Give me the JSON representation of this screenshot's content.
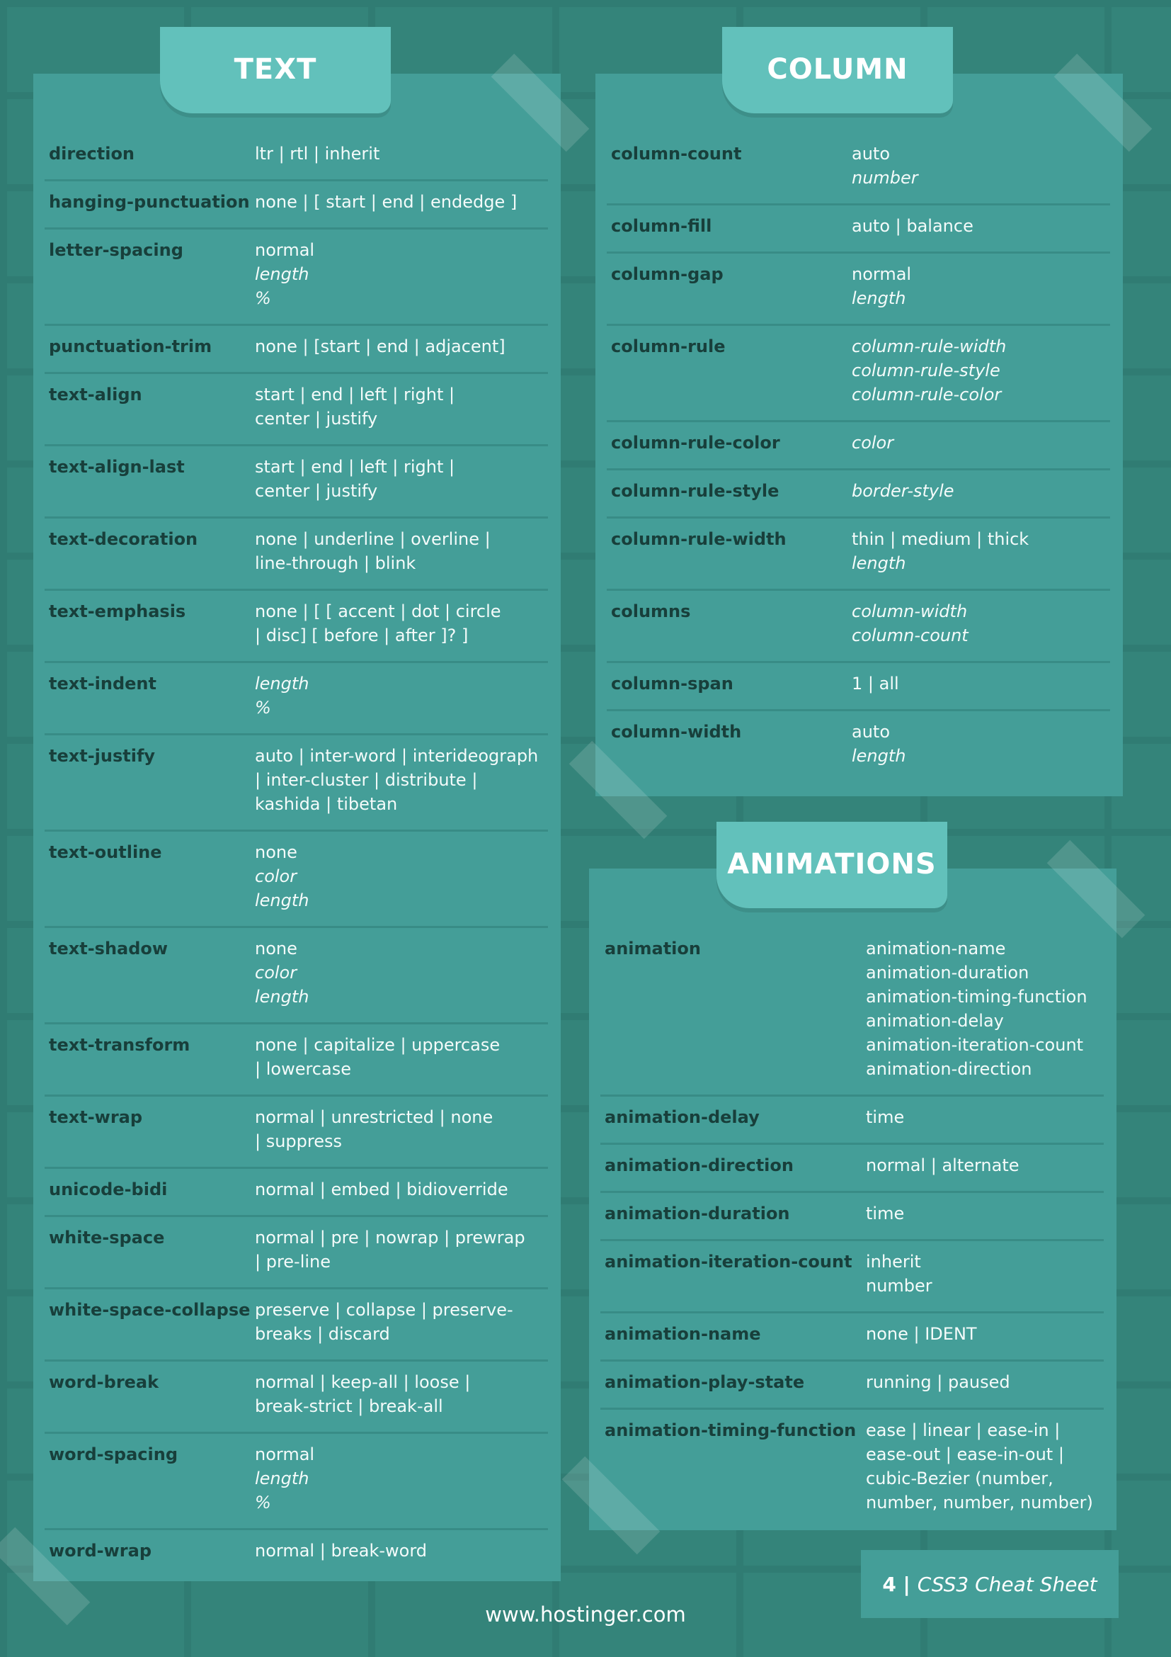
{
  "sections": {
    "text": {
      "title": "TEXT",
      "rows": [
        {
          "name": "direction",
          "values": [
            {
              "t": "ltr | rtl | inherit"
            }
          ]
        },
        {
          "name": "hanging-punctuation",
          "values": [
            {
              "t": "none | [ start | end | endedge ]"
            }
          ]
        },
        {
          "name": "letter-spacing",
          "values": [
            {
              "t": "normal"
            },
            {
              "t": "length",
              "i": true
            },
            {
              "t": "%",
              "i": true
            }
          ]
        },
        {
          "name": "punctuation-trim",
          "values": [
            {
              "t": "none | [start | end | adjacent]"
            }
          ]
        },
        {
          "name": "text-align",
          "values": [
            {
              "t": "start | end | left | right |"
            },
            {
              "t": "center | justify"
            }
          ]
        },
        {
          "name": "text-align-last",
          "values": [
            {
              "t": "start | end | left | right |"
            },
            {
              "t": "center | justify"
            }
          ]
        },
        {
          "name": "text-decoration",
          "values": [
            {
              "t": "none | underline | overline |"
            },
            {
              "t": "line-through | blink"
            }
          ]
        },
        {
          "name": "text-emphasis",
          "values": [
            {
              "t": "none | [ [ accent | dot | circle"
            },
            {
              "t": "| disc] [ before | after ]? ]"
            }
          ]
        },
        {
          "name": "text-indent",
          "values": [
            {
              "t": "length",
              "i": true
            },
            {
              "t": "%",
              "i": true
            }
          ]
        },
        {
          "name": "text-justify",
          "values": [
            {
              "t": "auto | inter-word | interideograph"
            },
            {
              "t": "| inter-cluster | distribute |"
            },
            {
              "t": "kashida | tibetan"
            }
          ]
        },
        {
          "name": "text-outline",
          "values": [
            {
              "t": "none"
            },
            {
              "t": "color",
              "i": true
            },
            {
              "t": "length",
              "i": true
            }
          ]
        },
        {
          "name": "text-shadow",
          "values": [
            {
              "t": "none"
            },
            {
              "t": "color",
              "i": true
            },
            {
              "t": "length",
              "i": true
            }
          ]
        },
        {
          "name": "text-transform",
          "values": [
            {
              "t": "none | capitalize | uppercase"
            },
            {
              "t": "| lowercase"
            }
          ]
        },
        {
          "name": "text-wrap",
          "values": [
            {
              "t": "normal | unrestricted | none"
            },
            {
              "t": "| suppress"
            }
          ]
        },
        {
          "name": "unicode-bidi",
          "values": [
            {
              "t": "normal | embed | bidioverride"
            }
          ]
        },
        {
          "name": "white-space",
          "values": [
            {
              "t": "normal | pre | nowrap | prewrap"
            },
            {
              "t": "| pre-line"
            }
          ]
        },
        {
          "name": "white-space-collapse",
          "values": [
            {
              "t": "preserve | collapse | preserve-"
            },
            {
              "t": "breaks | discard"
            }
          ]
        },
        {
          "name": "word-break",
          "values": [
            {
              "t": "normal | keep-all | loose |"
            },
            {
              "t": "break-strict | break-all"
            }
          ]
        },
        {
          "name": "word-spacing",
          "values": [
            {
              "t": "normal"
            },
            {
              "t": "length",
              "i": true
            },
            {
              "t": "%",
              "i": true
            }
          ]
        },
        {
          "name": "word-wrap",
          "values": [
            {
              "t": "normal | break-word"
            }
          ]
        }
      ]
    },
    "column": {
      "title": "COLUMN",
      "rows": [
        {
          "name": "column-count",
          "values": [
            {
              "t": "auto"
            },
            {
              "t": "number",
              "i": true
            }
          ]
        },
        {
          "name": "column-fill",
          "values": [
            {
              "t": "auto | balance"
            }
          ]
        },
        {
          "name": "column-gap",
          "values": [
            {
              "t": "normal"
            },
            {
              "t": "length",
              "i": true
            }
          ]
        },
        {
          "name": "column-rule",
          "values": [
            {
              "t": "column-rule-width",
              "i": true
            },
            {
              "t": "column-rule-style",
              "i": true
            },
            {
              "t": "column-rule-color",
              "i": true
            }
          ]
        },
        {
          "name": "column-rule-color",
          "values": [
            {
              "t": "color",
              "i": true
            }
          ]
        },
        {
          "name": "column-rule-style",
          "values": [
            {
              "t": "border-style",
              "i": true
            }
          ]
        },
        {
          "name": "column-rule-width",
          "values": [
            {
              "t": "thin | medium | thick"
            },
            {
              "t": "length",
              "i": true
            }
          ]
        },
        {
          "name": "columns",
          "values": [
            {
              "t": "column-width",
              "i": true
            },
            {
              "t": "column-count",
              "i": true
            }
          ]
        },
        {
          "name": "column-span",
          "values": [
            {
              "t": "1 | all"
            }
          ]
        },
        {
          "name": "column-width",
          "values": [
            {
              "t": "auto"
            },
            {
              "t": "length",
              "i": true
            }
          ]
        }
      ]
    },
    "animations": {
      "title": "ANIMATIONS",
      "rows": [
        {
          "name": "animation",
          "values": [
            {
              "t": "animation-name"
            },
            {
              "t": "animation-duration"
            },
            {
              "t": "animation-timing-function"
            },
            {
              "t": "animation-delay"
            },
            {
              "t": "animation-iteration-count"
            },
            {
              "t": "animation-direction"
            }
          ]
        },
        {
          "name": "animation-delay",
          "values": [
            {
              "t": "time"
            }
          ]
        },
        {
          "name": "animation-direction",
          "values": [
            {
              "t": "normal | alternate"
            }
          ]
        },
        {
          "name": "animation-duration",
          "values": [
            {
              "t": "time"
            }
          ]
        },
        {
          "name": "animation-iteration-count",
          "values": [
            {
              "t": "inherit"
            },
            {
              "t": "number"
            }
          ]
        },
        {
          "name": "animation-name",
          "values": [
            {
              "t": "none | IDENT"
            }
          ]
        },
        {
          "name": "animation-play-state",
          "values": [
            {
              "t": "running | paused"
            }
          ]
        },
        {
          "name": "animation-timing-function",
          "values": [
            {
              "t": "ease | linear | ease-in |"
            },
            {
              "t": "ease-out | ease-in-out |"
            },
            {
              "t": "cubic-Bezier (number,"
            },
            {
              "t": "number, number, number)"
            }
          ]
        }
      ]
    }
  },
  "footer": {
    "page_number": "4 |",
    "page_label": "CSS3 Cheat Sheet",
    "url": "www.hostinger.com"
  },
  "colors": {
    "background": "#34847a",
    "panel": "#449e98",
    "tab": "#62c1bb",
    "property_text": "#183f3b",
    "value_text": "#f4fbfa"
  }
}
